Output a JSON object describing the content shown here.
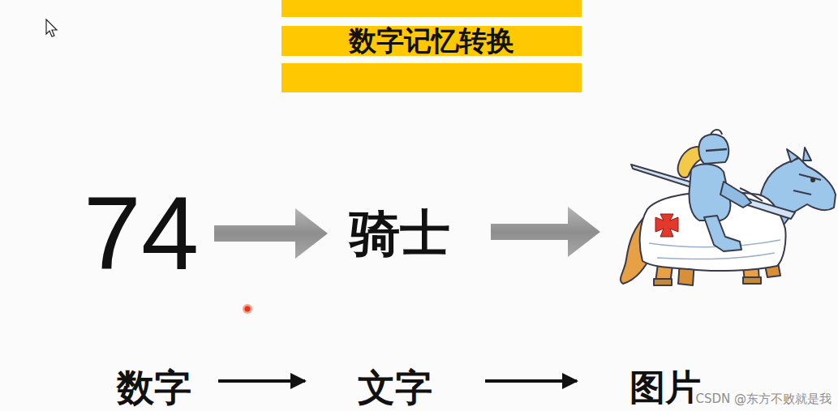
{
  "diagram": {
    "title": "数字记忆转换",
    "nodes": [
      {
        "text": [
          "74"
        ]
      },
      {
        "text": [
          "骑士"
        ]
      },
      {
        "text": [
          "数字"
        ]
      },
      {
        "text": [
          "文字"
        ]
      },
      {
        "text": [
          "图片"
        ]
      }
    ],
    "edges": [
      {
        "from": 0,
        "to": 1,
        "arrow": "to"
      },
      {
        "from": 2,
        "to": 3,
        "arrow": "to"
      },
      {
        "from": 3,
        "to": 4,
        "arrow": "to"
      }
    ],
    "labels": [
      "CSDN @东方不败就是我"
    ]
  }
}
